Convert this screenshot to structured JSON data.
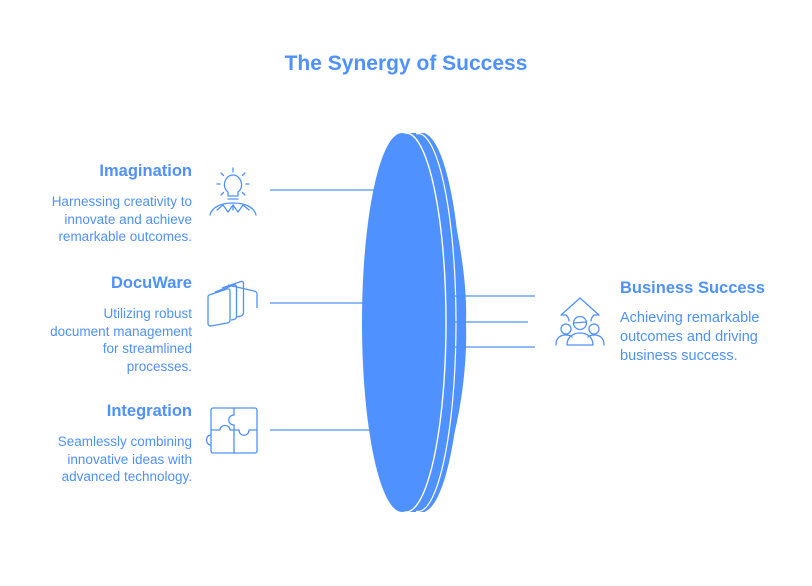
{
  "title": "The Synergy of Success",
  "colors": {
    "accent": "#4f91ff",
    "background": "#ffffff"
  },
  "inputs": [
    {
      "heading": "Imagination",
      "description": "Harnessing creativity to innovate and achieve remarkable outcomes.",
      "description_lines": [
        "Harnessing creativity to",
        "innovate and achieve",
        "remarkable outcomes."
      ],
      "icon": "lightbulb-person-icon"
    },
    {
      "heading": "DocuWare",
      "description": "Utilizing robust document management for streamlined processes.",
      "description_lines": [
        "Utilizing robust",
        "document management",
        "for streamlined",
        "processes."
      ],
      "icon": "stacked-documents-icon"
    },
    {
      "heading": "Integration",
      "description": "Seamlessly combining innovative ideas with advanced technology.",
      "description_lines": [
        "Seamlessly combining",
        "innovative ideas with",
        "advanced technology."
      ],
      "icon": "puzzle-icon"
    }
  ],
  "output": {
    "heading": "Business Success",
    "description": "Achieving remarkable outcomes and driving business success.",
    "description_lines": [
      "Achieving remarkable",
      "outcomes and driving",
      "business success."
    ],
    "icon": "team-growth-icon"
  },
  "lens": {
    "name": "lens-converger"
  }
}
